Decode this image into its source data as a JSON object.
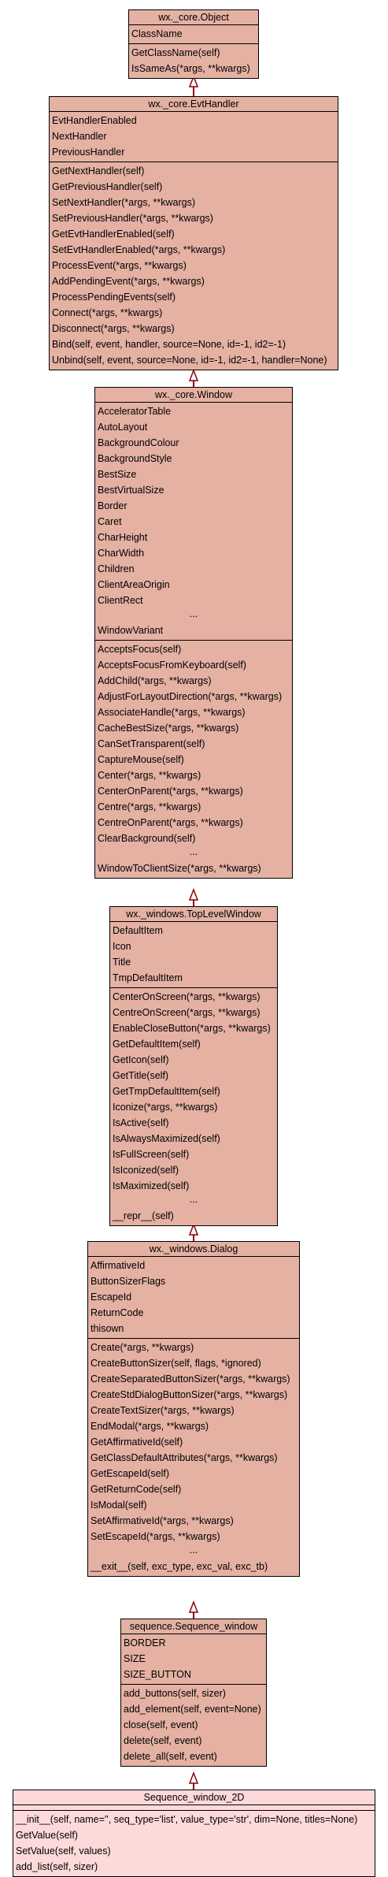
{
  "classes": [
    {
      "name": "wx._core.Object",
      "attributes": [
        "ClassName"
      ],
      "methods": [
        "GetClassName(self)",
        "IsSameAs(*args, **kwargs)"
      ]
    },
    {
      "name": "wx._core.EvtHandler",
      "attributes": [
        "EvtHandlerEnabled",
        "NextHandler",
        "PreviousHandler"
      ],
      "methods": [
        "GetNextHandler(self)",
        "GetPreviousHandler(self)",
        "SetNextHandler(*args, **kwargs)",
        "SetPreviousHandler(*args, **kwargs)",
        "GetEvtHandlerEnabled(self)",
        "SetEvtHandlerEnabled(*args, **kwargs)",
        "ProcessEvent(*args, **kwargs)",
        "AddPendingEvent(*args, **kwargs)",
        "ProcessPendingEvents(self)",
        "Connect(*args, **kwargs)",
        "Disconnect(*args, **kwargs)",
        "Bind(self, event, handler, source=None, id=-1, id2=-1)",
        "Unbind(self, event, source=None, id=-1, id2=-1, handler=None)"
      ]
    },
    {
      "name": "wx._core.Window",
      "attributes": [
        "AcceleratorTable",
        "AutoLayout",
        "BackgroundColour",
        "BackgroundStyle",
        "BestSize",
        "BestVirtualSize",
        "Border",
        "Caret",
        "CharHeight",
        "CharWidth",
        "Children",
        "ClientAreaOrigin",
        "ClientRect",
        "...",
        "WindowVariant"
      ],
      "methods": [
        "AcceptsFocus(self)",
        "AcceptsFocusFromKeyboard(self)",
        "AddChild(*args, **kwargs)",
        "AdjustForLayoutDirection(*args, **kwargs)",
        "AssociateHandle(*args, **kwargs)",
        "CacheBestSize(*args, **kwargs)",
        "CanSetTransparent(self)",
        "CaptureMouse(self)",
        "Center(*args, **kwargs)",
        "CenterOnParent(*args, **kwargs)",
        "Centre(*args, **kwargs)",
        "CentreOnParent(*args, **kwargs)",
        "ClearBackground(self)",
        "...",
        "WindowToClientSize(*args, **kwargs)"
      ]
    },
    {
      "name": "wx._windows.TopLevelWindow",
      "attributes": [
        "DefaultItem",
        "Icon",
        "Title",
        "TmpDefaultItem"
      ],
      "methods": [
        "CenterOnScreen(*args, **kwargs)",
        "CentreOnScreen(*args, **kwargs)",
        "EnableCloseButton(*args, **kwargs)",
        "GetDefaultItem(self)",
        "GetIcon(self)",
        "GetTitle(self)",
        "GetTmpDefaultItem(self)",
        "Iconize(*args, **kwargs)",
        "IsActive(self)",
        "IsAlwaysMaximized(self)",
        "IsFullScreen(self)",
        "IsIconized(self)",
        "IsMaximized(self)",
        "...",
        "__repr__(self)"
      ]
    },
    {
      "name": "wx._windows.Dialog",
      "attributes": [
        "AffirmativeId",
        "ButtonSizerFlags",
        "EscapeId",
        "ReturnCode",
        "thisown"
      ],
      "methods": [
        "Create(*args, **kwargs)",
        "CreateButtonSizer(self, flags, *ignored)",
        "CreateSeparatedButtonSizer(*args, **kwargs)",
        "CreateStdDialogButtonSizer(*args, **kwargs)",
        "CreateTextSizer(*args, **kwargs)",
        "EndModal(*args, **kwargs)",
        "GetAffirmativeId(self)",
        "GetClassDefaultAttributes(*args, **kwargs)",
        "GetEscapeId(self)",
        "GetReturnCode(self)",
        "IsModal(self)",
        "SetAffirmativeId(*args, **kwargs)",
        "SetEscapeId(*args, **kwargs)",
        "...",
        "__exit__(self, exc_type, exc_val, exc_tb)"
      ]
    },
    {
      "name": "sequence.Sequence_window",
      "attributes": [
        "BORDER",
        "SIZE",
        "SIZE_BUTTON"
      ],
      "methods": [
        "add_buttons(self, sizer)",
        "add_element(self, event=None)",
        "close(self, event)",
        "delete(self, event)",
        "delete_all(self, event)"
      ]
    },
    {
      "name": "Sequence_window_2D",
      "attributes": [],
      "methods": [
        "__init__(self, name='', seq_type='list', value_type='str', dim=None, titles=None)",
        "GetValue(self)",
        "SetValue(self, values)",
        "add_list(self, sizer)"
      ]
    }
  ],
  "colors": {
    "box_fill": "#e4b1a3",
    "root_fill": "#fed9d9",
    "edge": "#8b0000"
  }
}
